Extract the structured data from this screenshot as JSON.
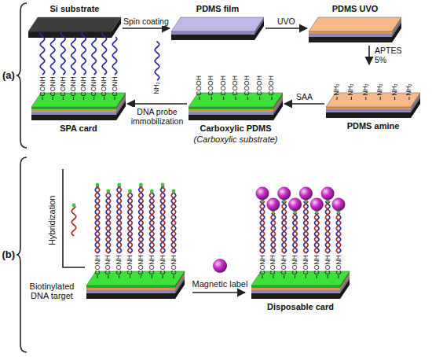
{
  "diagram": {
    "nodes": [
      {
        "text": [
          "Si substrate"
        ]
      },
      {
        "text": [
          "PDMS film"
        ]
      },
      {
        "text": [
          "PDMS UVO"
        ]
      },
      {
        "text": [
          "PDMS amine"
        ]
      },
      {
        "text": [
          "Carboxylic PDMS",
          "(Carboxylic substrate)"
        ]
      },
      {
        "text": [
          "SPA card"
        ]
      },
      {
        "text": [
          "Disposable card"
        ]
      }
    ],
    "edges": [
      {
        "from": 0,
        "to": 1,
        "arrow": "to",
        "label": "Spin coating"
      },
      {
        "from": 1,
        "to": 2,
        "arrow": "to",
        "label": "UVO"
      },
      {
        "from": 2,
        "to": 3,
        "arrow": "to",
        "label": "APTES 5%"
      },
      {
        "from": 3,
        "to": 4,
        "arrow": "to",
        "label": "SAA"
      },
      {
        "from": 4,
        "to": 5,
        "arrow": "to",
        "label": "DNA probe immobilization"
      }
    ],
    "labels": [
      "(a)",
      "(b)",
      "Hybridization",
      "Biotinylated DNA target",
      "Magnetic label",
      "NH₂",
      "CONH",
      "CONH",
      "CONH",
      "CONH",
      "CONH",
      "CONH",
      "CONH",
      "CONH",
      "COOH",
      "COOH",
      "COOH",
      "COOH",
      "COOH",
      "COOH",
      "COOH",
      "NH₂",
      "NH₂",
      "NH₂",
      "NH₂",
      "NH₂",
      "NH₂",
      "CONH",
      "CONH",
      "CONH",
      "CONH",
      "CONH",
      "CONH",
      "CONH",
      "CONH",
      "CONH",
      "CONH",
      "CONH",
      "CONH",
      "CONH",
      "CONH",
      "CONH",
      "CONH"
    ]
  }
}
